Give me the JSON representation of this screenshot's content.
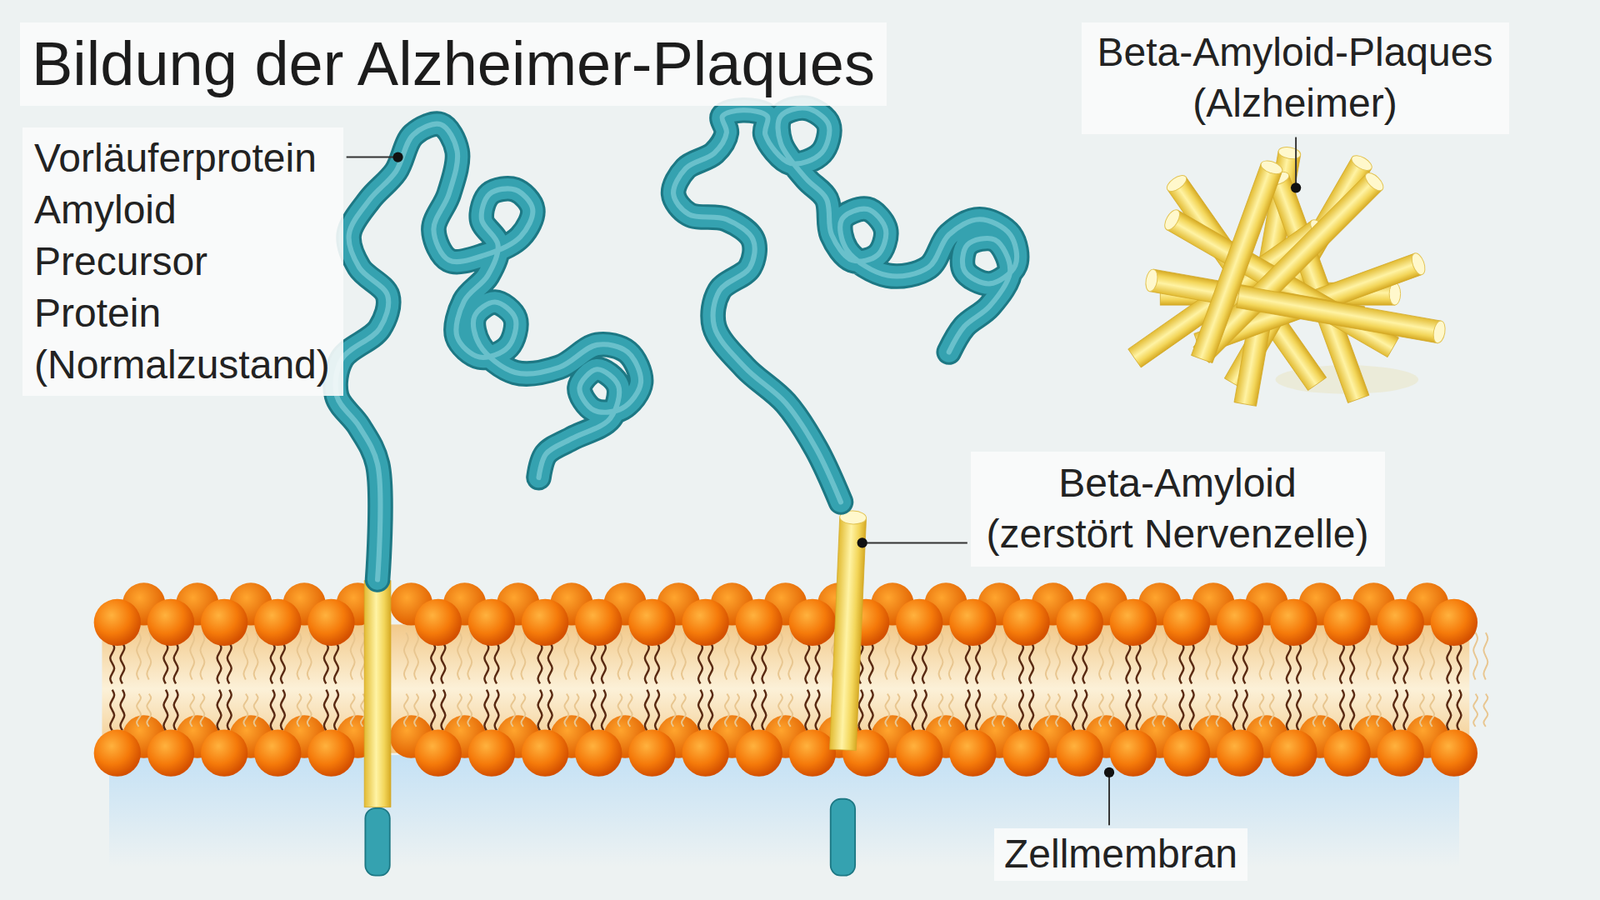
{
  "diagram": {
    "title": "Bildung der Alzheimer-Plaques",
    "nodes": [
      {
        "text": [
          "Vorläuferprotein Amyloid Precursor Protein (Normalzustand)"
        ]
      },
      {
        "text": [
          "Beta-Amyloid-Plaques (Alzheimer)"
        ]
      },
      {
        "text": [
          "Beta-Amyloid (zerstört Nervenzelle)"
        ]
      },
      {
        "text": [
          "Zellmembran"
        ]
      }
    ]
  }
}
